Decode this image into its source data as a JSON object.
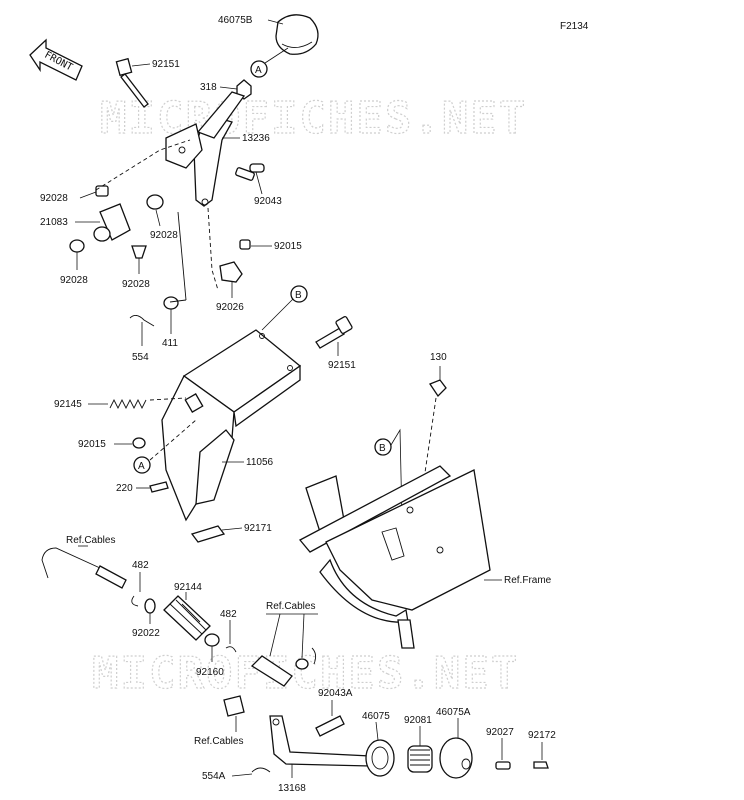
{
  "diagram": {
    "code": "F2134",
    "front_label": "FRONT",
    "watermark": "MICROFICHES.NET",
    "callouts": [
      {
        "id": "A",
        "text": "A"
      },
      {
        "id": "B",
        "text": "B"
      }
    ],
    "parts": [
      {
        "text": "46075B"
      },
      {
        "text": "92151"
      },
      {
        "text": "318"
      },
      {
        "text": "13236"
      },
      {
        "text": "92043"
      },
      {
        "text": "92028"
      },
      {
        "text": "21083"
      },
      {
        "text": "92028"
      },
      {
        "text": "92028"
      },
      {
        "text": "92028"
      },
      {
        "text": "92015"
      },
      {
        "text": "92026"
      },
      {
        "text": "554"
      },
      {
        "text": "411"
      },
      {
        "text": "92151"
      },
      {
        "text": "130"
      },
      {
        "text": "92145"
      },
      {
        "text": "92015"
      },
      {
        "text": "11056"
      },
      {
        "text": "220"
      },
      {
        "text": "92171"
      },
      {
        "text": "Ref.Cables"
      },
      {
        "text": "482"
      },
      {
        "text": "92144"
      },
      {
        "text": "92022"
      },
      {
        "text": "482"
      },
      {
        "text": "92160"
      },
      {
        "text": "Ref.Cables"
      },
      {
        "text": "Ref.Frame"
      },
      {
        "text": "92043A"
      },
      {
        "text": "46075"
      },
      {
        "text": "92081"
      },
      {
        "text": "46075A"
      },
      {
        "text": "92027"
      },
      {
        "text": "92172"
      },
      {
        "text": "Ref.Cables"
      },
      {
        "text": "554A"
      },
      {
        "text": "13168"
      }
    ]
  }
}
